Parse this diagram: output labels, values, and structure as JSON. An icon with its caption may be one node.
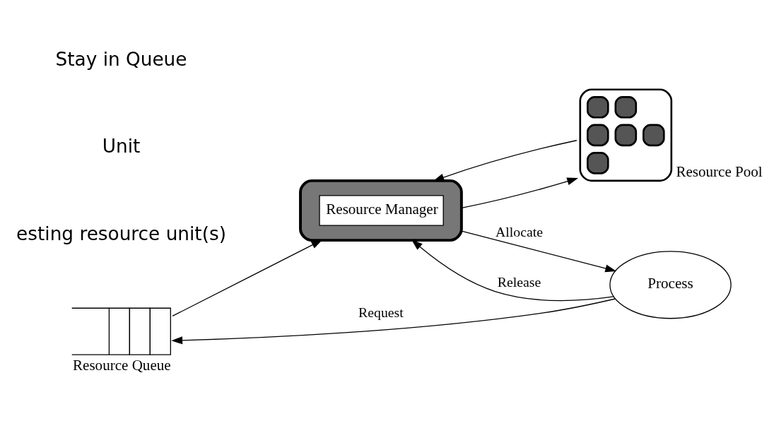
{
  "diagram": {
    "nodes": [
      {
        "text": [],
        "shape": "box",
        "beside": [
          "Resource Queue"
        ]
      },
      {
        "text": [
          "Resource Manager"
        ]
      },
      {
        "text": [
          "Process"
        ]
      },
      {
        "text": [],
        "shape": "ellipse",
        "beside": [
          "Resource Pool"
        ]
      }
    ],
    "edges": [
      {
        "from": 2,
        "to": 0,
        "arrow": "to",
        "label": "Request"
      },
      {
        "from": 0,
        "to": 1,
        "arrow": "to"
      },
      {
        "from": 2,
        "to": 1,
        "arrow": "to",
        "label": "Release"
      },
      {
        "from": 1,
        "to": 2,
        "arrow": "to",
        "label": "Allocate"
      },
      {
        "from": 3,
        "to": 1,
        "arrow": "to"
      },
      {
        "from": 1,
        "to": 3,
        "arrow": "to"
      }
    ],
    "labels": [
      "esting resource unit(s)",
      "Unit",
      "Stay in Queue"
    ]
  }
}
